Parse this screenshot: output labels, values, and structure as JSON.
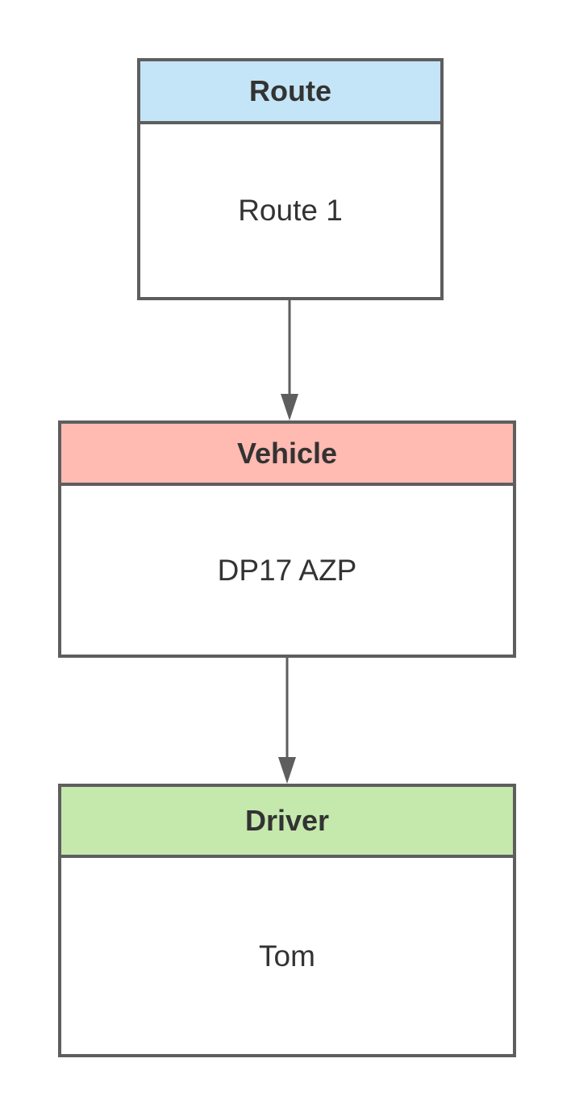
{
  "colors": {
    "border": "#5e5e5e",
    "text": "#333333",
    "route_header": "#c4e4f7",
    "vehicle_header": "#ffbab2",
    "driver_header": "#c5e8ad"
  },
  "entities": [
    {
      "id": "route",
      "title": "Route",
      "value": "Route 1"
    },
    {
      "id": "vehicle",
      "title": "Vehicle",
      "value": "DP17 AZP"
    },
    {
      "id": "driver",
      "title": "Driver",
      "value": "Tom"
    }
  ],
  "connectors": [
    {
      "from": "Route",
      "to": "Vehicle"
    },
    {
      "from": "Vehicle",
      "to": "Driver"
    }
  ]
}
